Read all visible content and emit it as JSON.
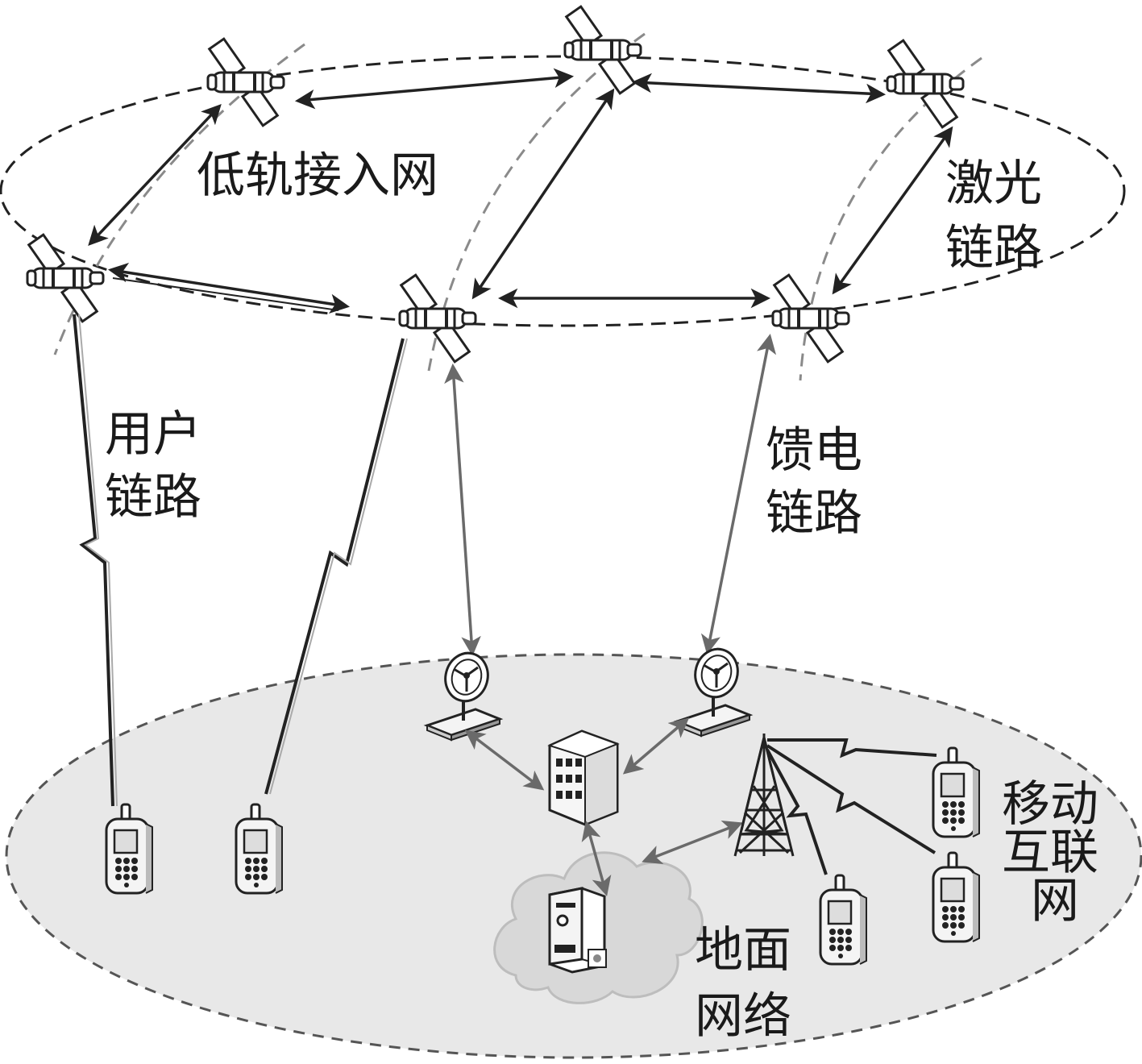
{
  "labels": {
    "leo_access_network": "低轨接入网",
    "laser_link": [
      "激光",
      "链路"
    ],
    "user_link": [
      "用户",
      "链路"
    ],
    "feeder_link": [
      "馈电",
      "链路"
    ],
    "mobile_internet": [
      "移动",
      "互联",
      "网"
    ],
    "ground_network": [
      "地面",
      "网络"
    ]
  },
  "colors": {
    "ground_fill": "#e8e8e8",
    "line": "#222222",
    "gray_link": "#6a6a6a"
  }
}
